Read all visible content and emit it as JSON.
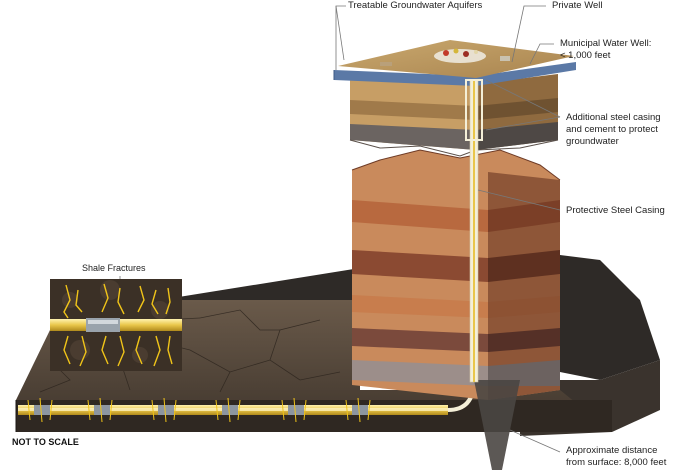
{
  "labels": {
    "aquifers": "Treatable Groundwater Aquifers",
    "private_well": "Private Well",
    "municipal_well_line1": "Municipal Water Well:",
    "municipal_well_line2": "< 1,000 feet",
    "additional_casing_line1": "Additional steel casing",
    "additional_casing_line2": "and cement to protect",
    "additional_casing_line3": "groundwater",
    "protective_casing": "Protective Steel Casing",
    "distance_line1": "Approximate distance",
    "distance_line2": "from surface: 8,000 feet",
    "shale_fractures": "Shale Fractures",
    "not_to_scale": "NOT TO SCALE"
  },
  "colors": {
    "ground_dark": "#3a332c",
    "ground_mid": "#5b4c3e",
    "rock_layer_light": "#c98a5c",
    "rock_layer_dark": "#8b4a32",
    "aquifer_blue": "#5b79a6",
    "casing": "#f4efd8",
    "well_pipe": "#e9c64a",
    "fracture": "#f0c419"
  }
}
